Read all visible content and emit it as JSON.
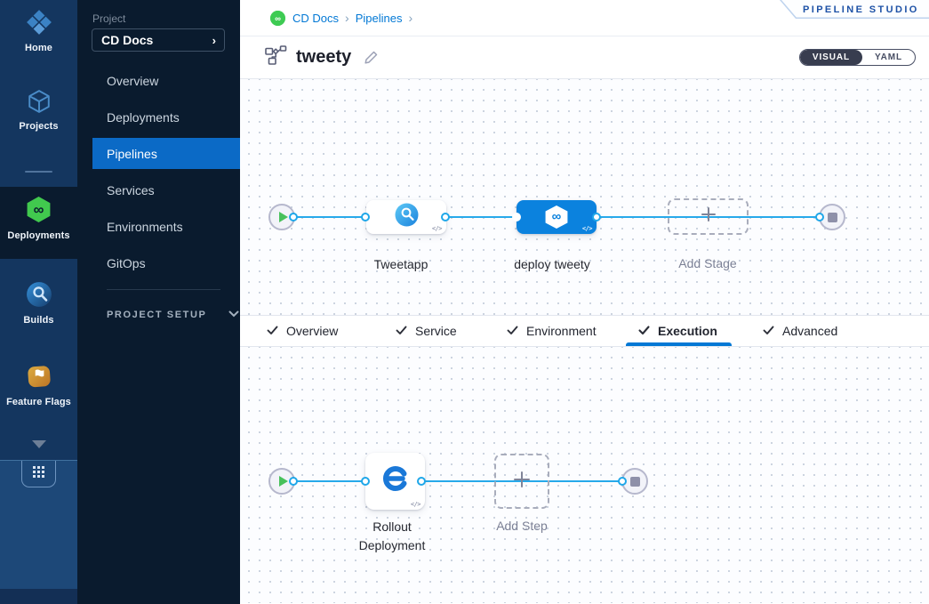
{
  "nav_rail": {
    "modules": [
      {
        "label": "Home"
      },
      {
        "label": "Projects"
      },
      {
        "label": "Deployments",
        "active": true
      },
      {
        "label": "Builds"
      },
      {
        "label": "Feature Flags"
      }
    ]
  },
  "project_nav": {
    "section_label": "Project",
    "project_selector_value": "CD Docs",
    "items": [
      {
        "label": "Overview"
      },
      {
        "label": "Deployments"
      },
      {
        "label": "Pipelines",
        "active": true
      },
      {
        "label": "Services"
      },
      {
        "label": "Environments"
      },
      {
        "label": "GitOps"
      }
    ],
    "setup_label": "PROJECT SETUP"
  },
  "header": {
    "breadcrumb": {
      "project": "CD Docs",
      "section": "Pipelines"
    },
    "studio_badge": "PIPELINE STUDIO",
    "pipeline_name": "tweety",
    "view_toggle": {
      "visual_label": "VISUAL",
      "yaml_label": "YAML",
      "selected": "VISUAL"
    }
  },
  "stage_flow": {
    "stages": [
      {
        "name": "Tweetapp",
        "selected": false
      },
      {
        "name": "deploy tweety",
        "selected": true
      }
    ],
    "add_stage_label": "Add Stage"
  },
  "config_tabs": {
    "tabs": [
      {
        "label": "Overview",
        "complete": true,
        "active": false
      },
      {
        "label": "Service",
        "complete": true,
        "active": false
      },
      {
        "label": "Environment",
        "complete": true,
        "active": false
      },
      {
        "label": "Execution",
        "complete": true,
        "active": true
      },
      {
        "label": "Advanced",
        "complete": true,
        "active": false
      }
    ]
  },
  "execution_flow": {
    "steps": [
      {
        "name": "Rollout Deployment"
      }
    ],
    "add_step_label": "Add Step"
  },
  "colors": {
    "accent_blue": "#0278d5",
    "connector_blue": "#27a9ea",
    "selected_stage_blue": "#0b82de",
    "success_green": "#3ecb53",
    "sidebar_dark": "#0a1b2e",
    "rail_navy": "#14365f"
  }
}
